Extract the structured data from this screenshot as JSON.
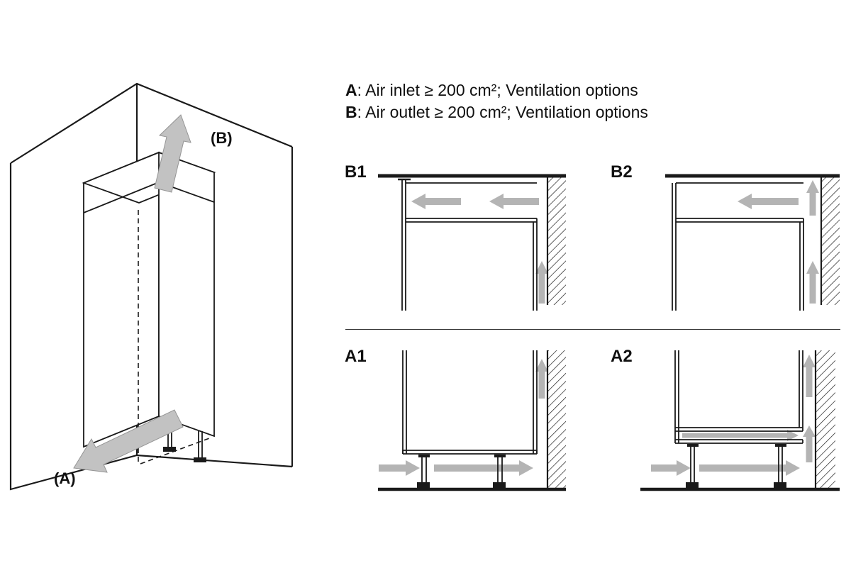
{
  "legend": {
    "a_key": "A",
    "a_text": ": Air inlet ≥ 200 cm²; Ventilation options",
    "b_key": "B",
    "b_text": ": Air outlet ≥ 200 cm²; Ventilation options"
  },
  "isometric": {
    "label_a": "(A)",
    "label_b": "(B)"
  },
  "panels": {
    "b1": {
      "label": "B1"
    },
    "b2": {
      "label": "B2"
    },
    "a1": {
      "label": "A1"
    },
    "a2": {
      "label": "A2"
    }
  },
  "colors": {
    "line": "#1a1a1a",
    "arrow": "#b4b4b4",
    "arrow_big": "#c2c2c2",
    "arrow_outline": "#969696",
    "background": "#ffffff"
  }
}
